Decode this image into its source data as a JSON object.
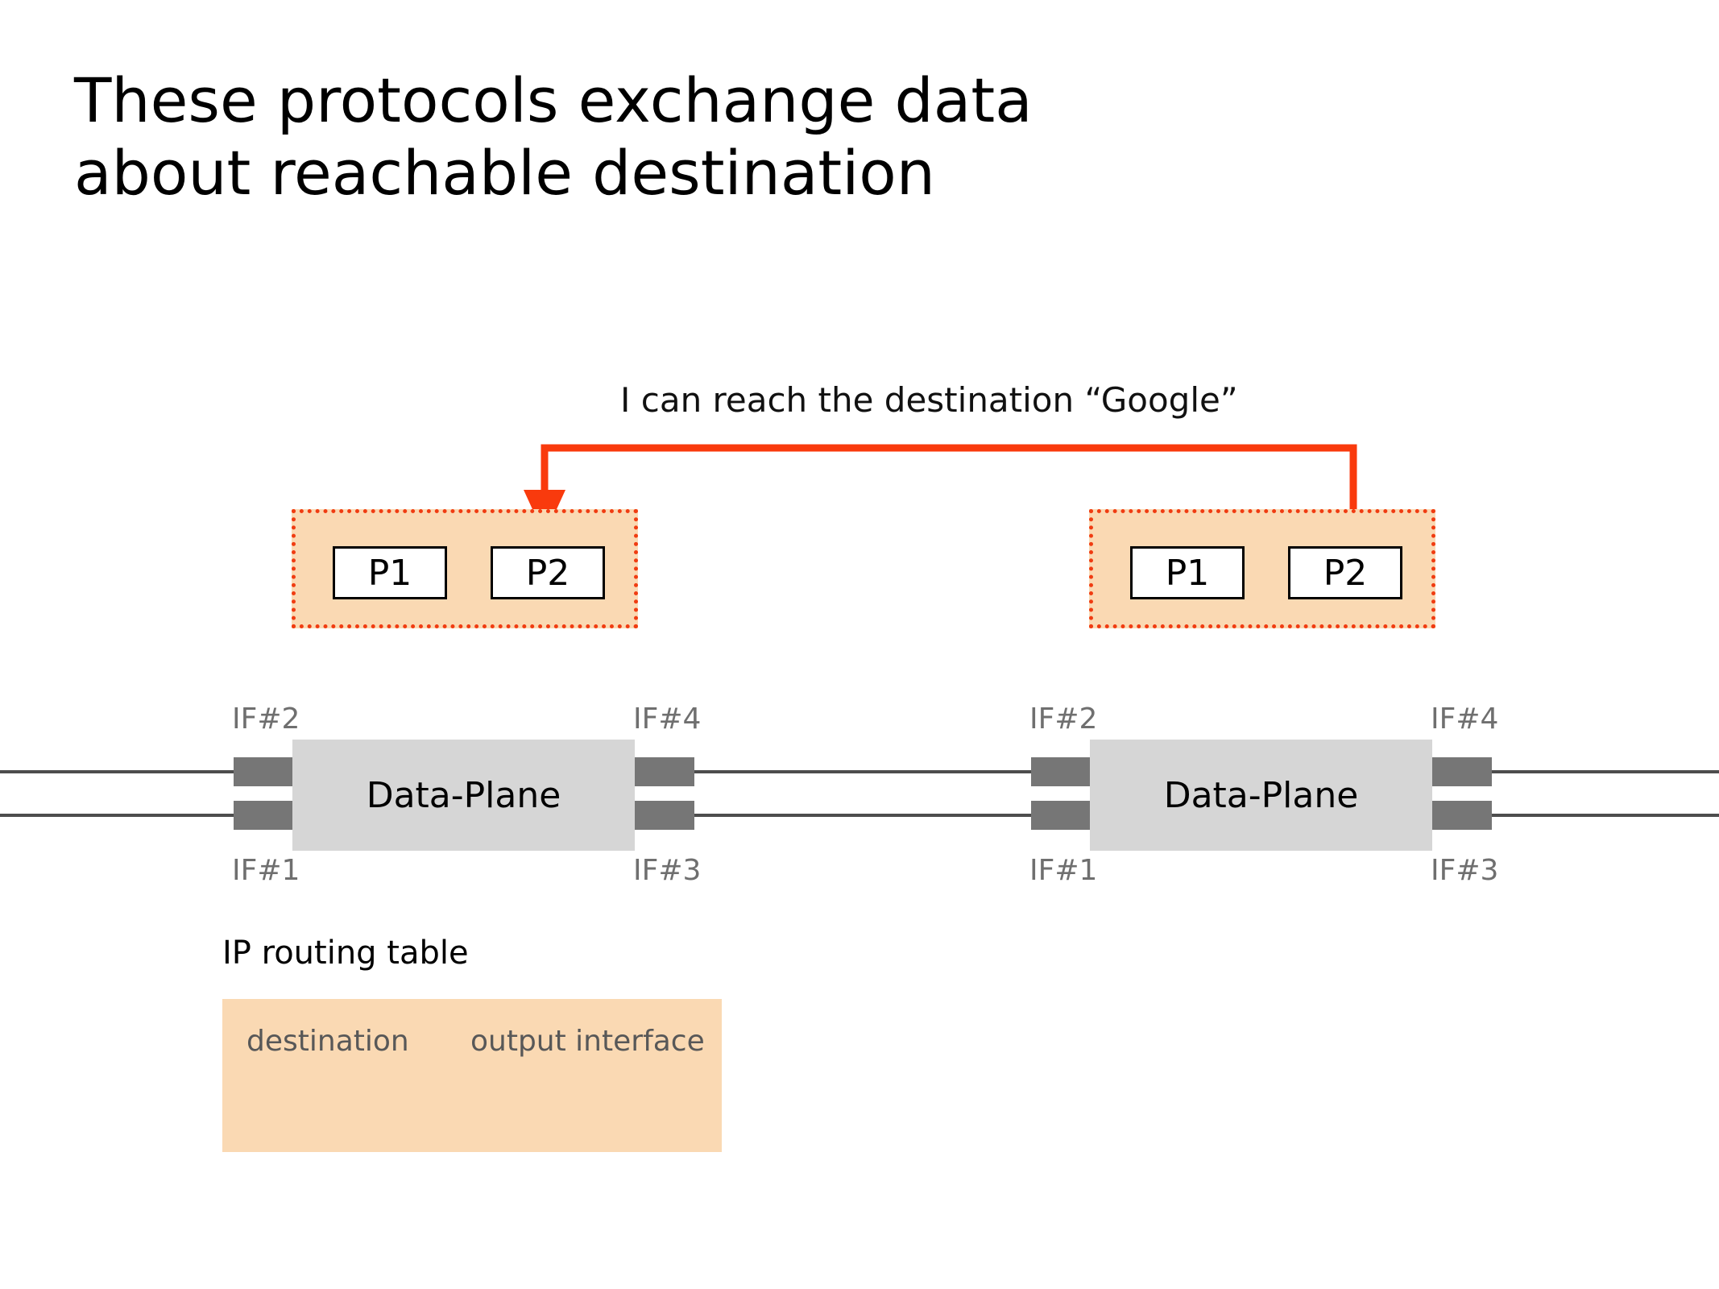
{
  "slide": {
    "title_line1": "These protocols exchange data",
    "title_line2": "about reachable destination",
    "annotation": "I can reach the destination “Google”",
    "background_color": "#ffffff"
  },
  "colors": {
    "control_plane_fill": "#fad9b3",
    "control_plane_border": "#f03c12",
    "arrow": "#f93a0d",
    "data_plane_fill": "#d6d6d6",
    "interface_stub": "#767676",
    "wire": "#4d4d4d",
    "if_label": "#6f6f6f",
    "table_fill": "#fad9b3",
    "table_header_text": "#585858",
    "title_text": "#000000"
  },
  "routers": [
    {
      "id": "left",
      "control_plane": {
        "protocols": [
          {
            "label": "P1"
          },
          {
            "label": "P2"
          }
        ]
      },
      "data_plane": {
        "label": "Data-Plane",
        "interfaces": [
          {
            "name": "IF#2",
            "position": "top-left"
          },
          {
            "name": "IF#1",
            "position": "bottom-left"
          },
          {
            "name": "IF#4",
            "position": "top-right"
          },
          {
            "name": "IF#3",
            "position": "bottom-right"
          }
        ]
      }
    },
    {
      "id": "right",
      "control_plane": {
        "protocols": [
          {
            "label": "P1"
          },
          {
            "label": "P2"
          }
        ]
      },
      "data_plane": {
        "label": "Data-Plane",
        "interfaces": [
          {
            "name": "IF#2",
            "position": "top-left"
          },
          {
            "name": "IF#1",
            "position": "bottom-left"
          },
          {
            "name": "IF#4",
            "position": "top-right"
          },
          {
            "name": "IF#3",
            "position": "bottom-right"
          }
        ]
      }
    }
  ],
  "routing_table": {
    "title": "IP routing table",
    "columns": [
      "destination",
      "output interface"
    ],
    "rows": []
  }
}
